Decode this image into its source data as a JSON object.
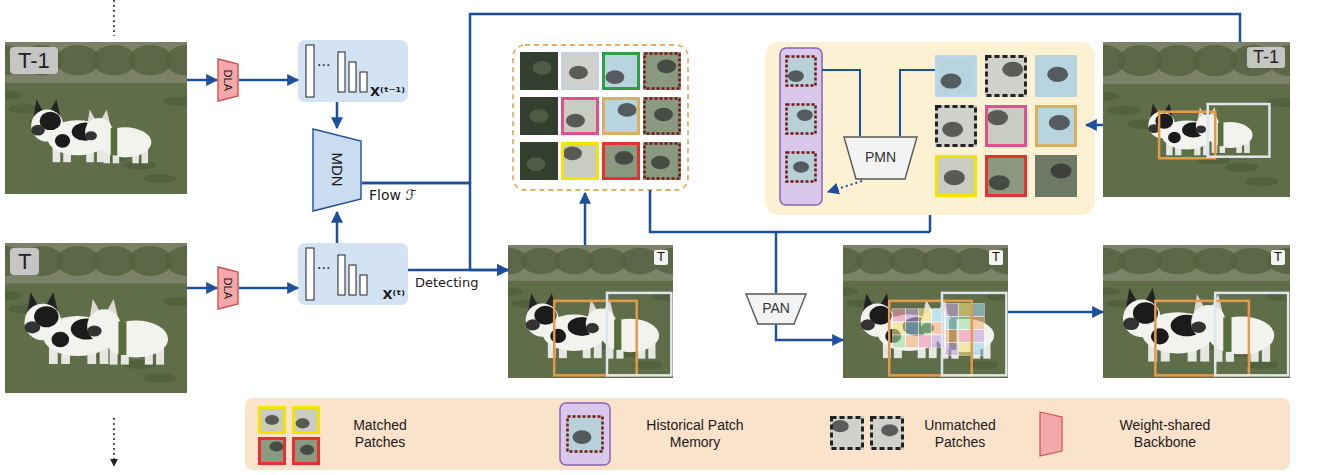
{
  "diagram": {
    "nodes": [
      {
        "text": [
          "T-1"
        ]
      },
      {
        "text": [
          "DLA"
        ]
      },
      {
        "text": [
          "...",
          "X⁽ᵗ⁻¹⁾"
        ]
      },
      {
        "text": [
          "T"
        ]
      },
      {
        "text": [
          "DLA"
        ]
      },
      {
        "text": [
          "...",
          "X⁽ᵗ⁾"
        ]
      },
      {
        "text": [
          "MDN"
        ]
      },
      {
        "text": [
          "T"
        ]
      },
      {
        "text": [
          "PMN"
        ]
      },
      {
        "text": [
          "T-1"
        ]
      },
      {
        "text": [
          "PAN"
        ]
      },
      {
        "text": [
          "T"
        ]
      },
      {
        "text": [
          "T"
        ]
      }
    ],
    "edges": [
      {
        "from": 0,
        "to": 1,
        "arrow": "to"
      },
      {
        "from": 1,
        "to": 2,
        "arrow": "to"
      },
      {
        "from": 2,
        "to": 6,
        "arrow": "to"
      },
      {
        "from": 3,
        "to": 4,
        "arrow": "to"
      },
      {
        "from": 4,
        "to": 5,
        "arrow": "to"
      },
      {
        "from": 5,
        "to": 6,
        "arrow": "to"
      },
      {
        "from": 5,
        "to": 7,
        "label": "Detecting",
        "arrow": "to"
      },
      {
        "from": 6,
        "to": 7,
        "label": "Flow ℱ",
        "arrow": "to"
      },
      {
        "from": 6,
        "to": 9,
        "arrow": "none"
      },
      {
        "from": 10,
        "to": 11,
        "arrow": "to"
      },
      {
        "from": 11,
        "to": 12,
        "arrow": "to"
      }
    ],
    "legend": [
      {
        "text": "Matched Patches"
      },
      {
        "text": "Historical Patch Memory"
      },
      {
        "text": "Unmatched Patches"
      },
      {
        "text": "Weight-shared Backbone"
      }
    ]
  }
}
